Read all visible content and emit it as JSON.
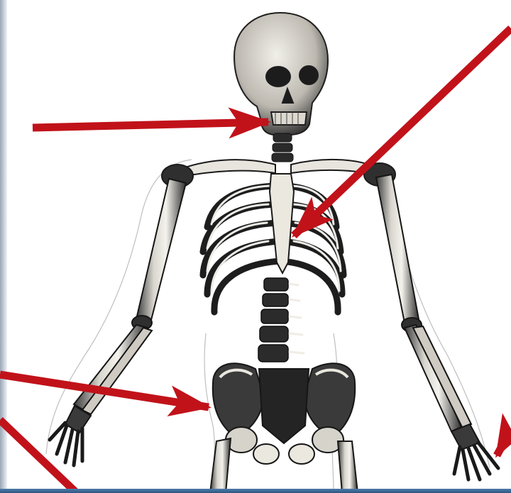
{
  "figure": {
    "subject": "skeleton-front-view",
    "style": "engraving",
    "arrow_color": "#c1121a",
    "bone_light": "#f2f0ea",
    "bone_shade": "#2b2b2b",
    "frame_accent": "#3d6794",
    "arrow_count": 5
  }
}
